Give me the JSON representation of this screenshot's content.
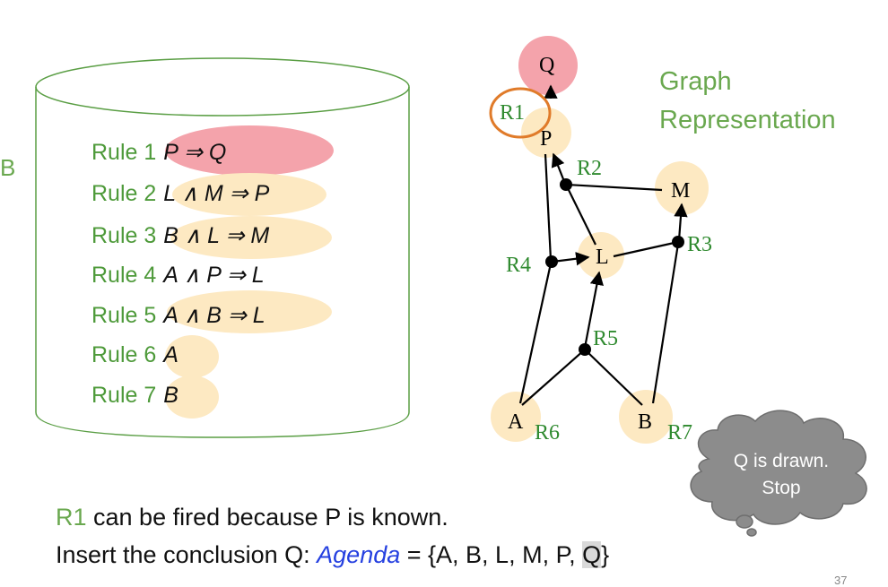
{
  "kb_edge_label": "B",
  "rules": [
    {
      "label": "Rule 1",
      "expr": "P ⇒ Q"
    },
    {
      "label": "Rule 2",
      "expr": "L ∧ M ⇒ P"
    },
    {
      "label": "Rule 3",
      "expr": "B ∧ L ⇒ M"
    },
    {
      "label": "Rule 4",
      "expr": "A ∧ P ⇒ L"
    },
    {
      "label": "Rule 5",
      "expr": "A ∧ B ⇒ L"
    },
    {
      "label": "Rule 6",
      "expr": "A"
    },
    {
      "label": "Rule 7",
      "expr": "B"
    }
  ],
  "graph": {
    "title_line1": "Graph",
    "title_line2": "Representation",
    "nodes": {
      "Q": "Q",
      "P": "P",
      "M": "M",
      "L": "L",
      "A": "A",
      "B": "B"
    },
    "rule_labels": {
      "R1": "R1",
      "R2": "R2",
      "R3": "R3",
      "R4": "R4",
      "R5": "R5",
      "R6": "R6",
      "R7": "R7"
    }
  },
  "colors": {
    "goal_highlight": "#f4a3ab",
    "fact_highlight": "#fde9c2",
    "circle_outline": "#e07b2a",
    "rule_text": "#4e9a3a",
    "cloud": "#8c8c8c"
  },
  "cloud_text_line1": "Q is drawn.",
  "cloud_text_line2": "Stop",
  "caption": {
    "line1_rule": "R1",
    "line1_rest": " can be fired because P is known.",
    "line2_prefix": "Insert the conclusion Q: ",
    "line2_agenda": "Agenda",
    "line2_middle": " = {A, B, L, M, P, ",
    "line2_highlight": "Q",
    "line2_suffix": "}"
  },
  "page_number": "37"
}
